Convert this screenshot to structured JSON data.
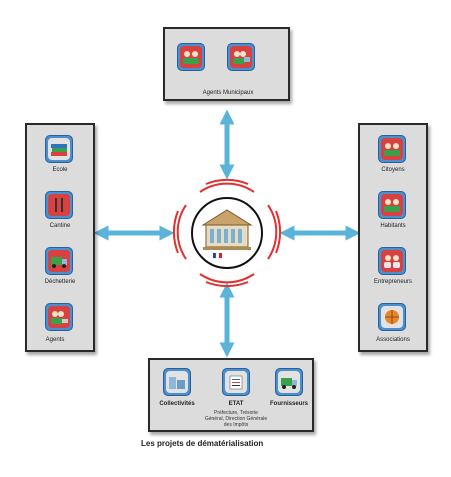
{
  "caption": "Les projets de dématérialisation",
  "top_panel": {
    "label": "Agents Municipaux"
  },
  "left_panel": {
    "items": [
      {
        "label": "Ecole",
        "icon": "books-icon"
      },
      {
        "label": "Cantine",
        "icon": "cutlery-icon"
      },
      {
        "label": "Déchetterie",
        "icon": "recycling-truck-icon"
      },
      {
        "label": "Agents",
        "icon": "agents-laptop-icon"
      }
    ]
  },
  "right_panel": {
    "items": [
      {
        "label": "Citoyens",
        "icon": "citizens-icon"
      },
      {
        "label": "Habitants",
        "icon": "residents-icon"
      },
      {
        "label": "Entrepreneurs",
        "icon": "entrepreneurs-icon"
      },
      {
        "label": "Associations",
        "icon": "basketball-icon"
      }
    ]
  },
  "bottom_panel": {
    "items": [
      {
        "label": "Collectivités",
        "icon": "buildings-icon"
      },
      {
        "label": "ETAT",
        "sublabel": "Préfecture, Trésorie Général, Direction Générale des Impôts",
        "icon": "state-documents-icon"
      },
      {
        "label": "Fournisseurs",
        "icon": "delivery-truck-icon"
      }
    ]
  },
  "colors": {
    "arrow": "#5bb3d9",
    "signal": "#e23030",
    "tile_frame": "#4a8fd0",
    "tile_fill": "#d94040",
    "panel": "#dcdcdc"
  }
}
